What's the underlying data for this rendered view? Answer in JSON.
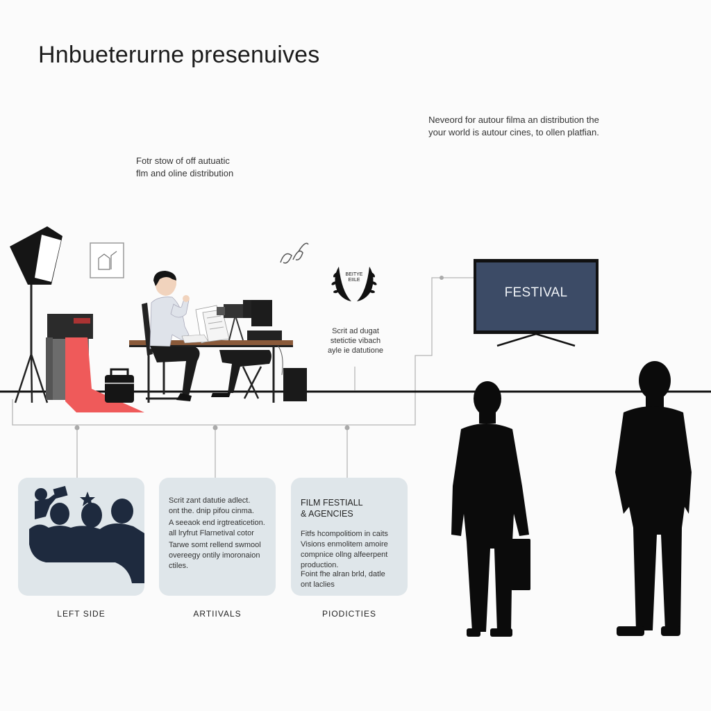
{
  "title": "Hnbueterurne presenuives",
  "note_right": "Neveord for autour filma an distribution the\nyour world is autour cines, to ollen platfian.",
  "note_left": "Fotr stow of off autuatic\nflm and oline distribution",
  "note_desk": "Scrit ad dugat\nstetictie vibach\nayle ie datutione",
  "screen_label": "FESTIVAL",
  "laurel_text": "BEITYE\nEIILE",
  "cards": [
    {
      "label": "LEFT SIDE"
    },
    {
      "label": "ARTIIVALS",
      "text_1": "Scrit zant datutie adlect.\nont the. dnip pifou cinma.",
      "text_2": "A seeaok end irgtreaticetion.\nall lryfrut Flarnetival cotor",
      "text_3": "Tarwe somt rellend swmool\novereegy ontily imoronaion\nctiles."
    },
    {
      "label": "PIODICTIES",
      "heading": "FILM FESTIALL\n& AGENCIES",
      "text_1": "Fitfs hcompolitiom in caits\nVisions enmolitem amoire\ncompnice ollng alfeerpent\nproduction.",
      "text_2": "Foint fhe alran brld, datle\nont laclies"
    }
  ],
  "colors": {
    "navy": "#1e2a3e",
    "accent_red": "#ef5a5a",
    "card_bg": "#dfe6ea",
    "screen": "#3c4b66"
  }
}
